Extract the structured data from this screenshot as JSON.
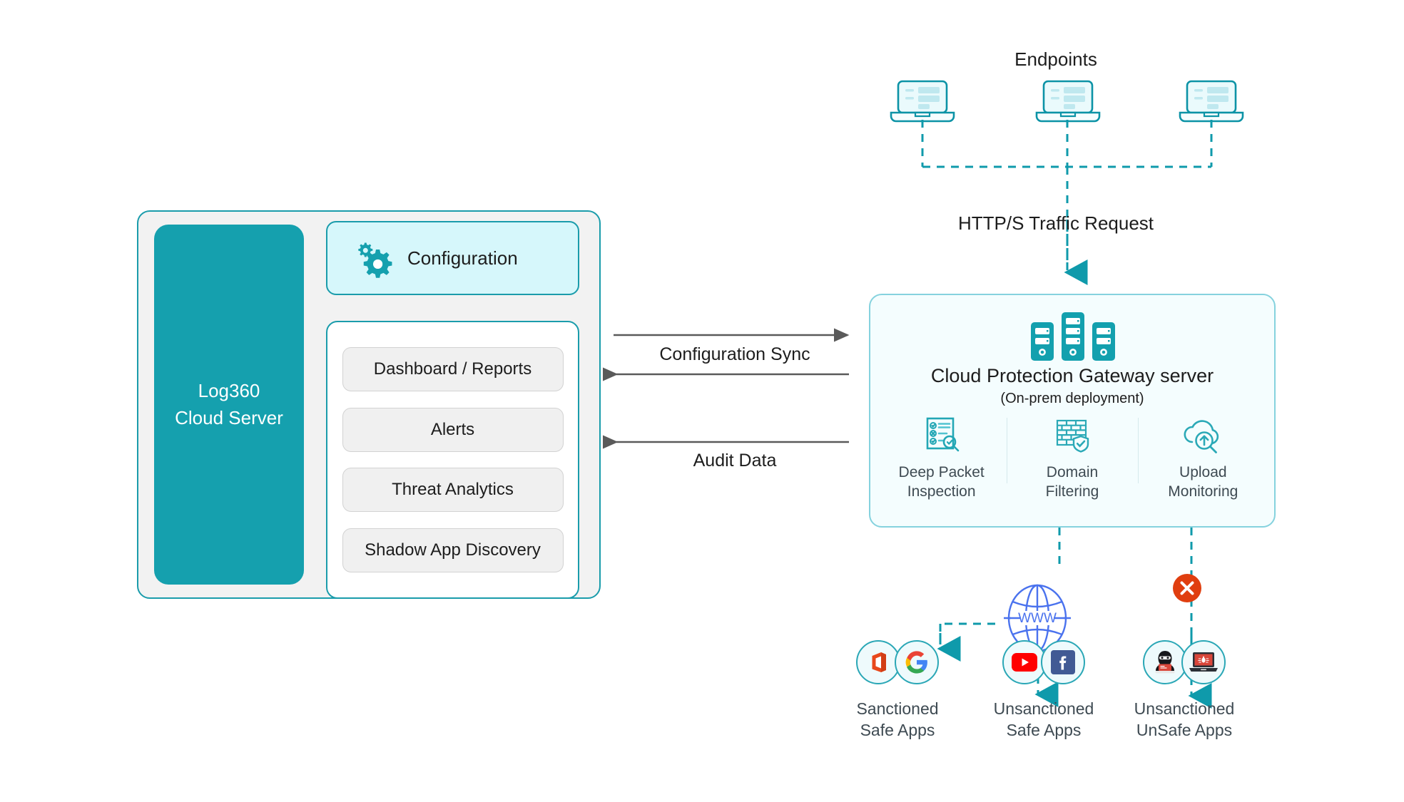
{
  "colors": {
    "teal": "#15a0ae",
    "teal_border": "#1a9cab",
    "teal_light_fill": "#d6f7fb",
    "gateway_fill": "#f4fdfe",
    "gateway_border": "#85d2de",
    "panel_fill": "#f2f2f2",
    "chip_fill": "#f0f0f0",
    "arrow_gray": "#5a5a5a",
    "dashed_teal": "#0f9aab",
    "globe_blue": "#4a72ee",
    "block_red": "#e03e0f",
    "label_slate": "#3e4a52"
  },
  "left_panel": {
    "server": {
      "line1": "Log360",
      "line2": "Cloud Server"
    },
    "configuration": {
      "label": "Configuration",
      "icon": "gears-icon"
    },
    "modules": [
      {
        "label": "Dashboard / Reports"
      },
      {
        "label": "Alerts"
      },
      {
        "label": "Threat Analytics"
      },
      {
        "label": "Shadow App Discovery"
      }
    ]
  },
  "connectors": {
    "configuration_sync": "Configuration Sync",
    "audit_data": "Audit Data",
    "http_traffic": "HTTP/S Traffic Request"
  },
  "endpoints": {
    "title": "Endpoints",
    "devices": [
      {
        "icon": "laptop-icon"
      },
      {
        "icon": "laptop-icon"
      },
      {
        "icon": "laptop-icon"
      }
    ]
  },
  "gateway": {
    "title": "Cloud Protection Gateway server",
    "subtitle": "(On-prem deployment)",
    "icon": "server-rack-icon",
    "features": [
      {
        "icon": "checklist-search-icon",
        "line1": "Deep Packet",
        "line2": "Inspection"
      },
      {
        "icon": "firewall-shield-icon",
        "line1": "Domain",
        "line2": "Filtering"
      },
      {
        "icon": "cloud-upload-search-icon",
        "line1": "Upload",
        "line2": "Monitoring"
      }
    ]
  },
  "internet": {
    "icon": "globe-www-icon",
    "text": "WWW"
  },
  "block_badge": {
    "icon": "circle-x-icon"
  },
  "app_groups": [
    {
      "id": "sanctioned",
      "line1": "Sanctioned",
      "line2": "Safe Apps",
      "apps": [
        {
          "icon": "microsoft-office-icon"
        },
        {
          "icon": "google-icon"
        }
      ]
    },
    {
      "id": "unsanctioned-safe",
      "line1": "Unsanctioned",
      "line2": "Safe Apps",
      "apps": [
        {
          "icon": "youtube-icon"
        },
        {
          "icon": "facebook-icon"
        }
      ]
    },
    {
      "id": "unsanctioned-unsafe",
      "line1": "Unsanctioned",
      "line2": "UnSafe Apps",
      "apps": [
        {
          "icon": "hacker-icon"
        },
        {
          "icon": "infected-laptop-icon"
        }
      ]
    }
  ]
}
